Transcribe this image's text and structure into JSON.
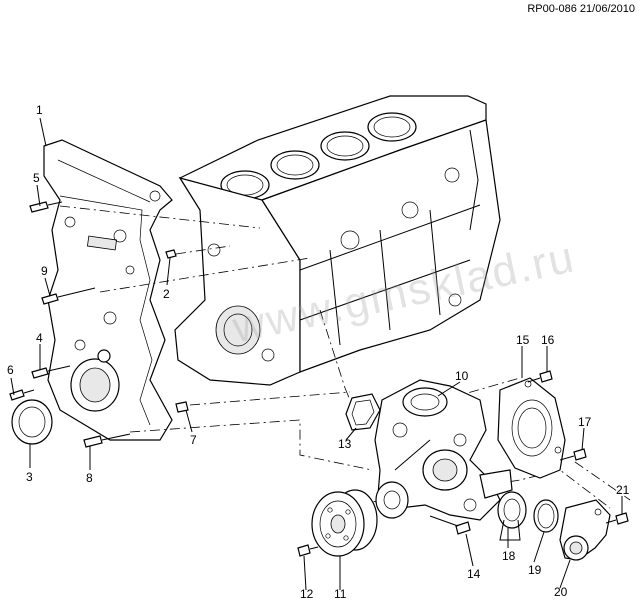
{
  "header": {
    "ref": "RP00-086 21/06/2010"
  },
  "watermark": "www.gmsklad.ru",
  "callouts": [
    "1",
    "2",
    "3",
    "4",
    "5",
    "6",
    "7",
    "8",
    "9",
    "10",
    "11",
    "12",
    "13",
    "14",
    "15",
    "16",
    "17",
    "18",
    "19",
    "20",
    "21"
  ]
}
